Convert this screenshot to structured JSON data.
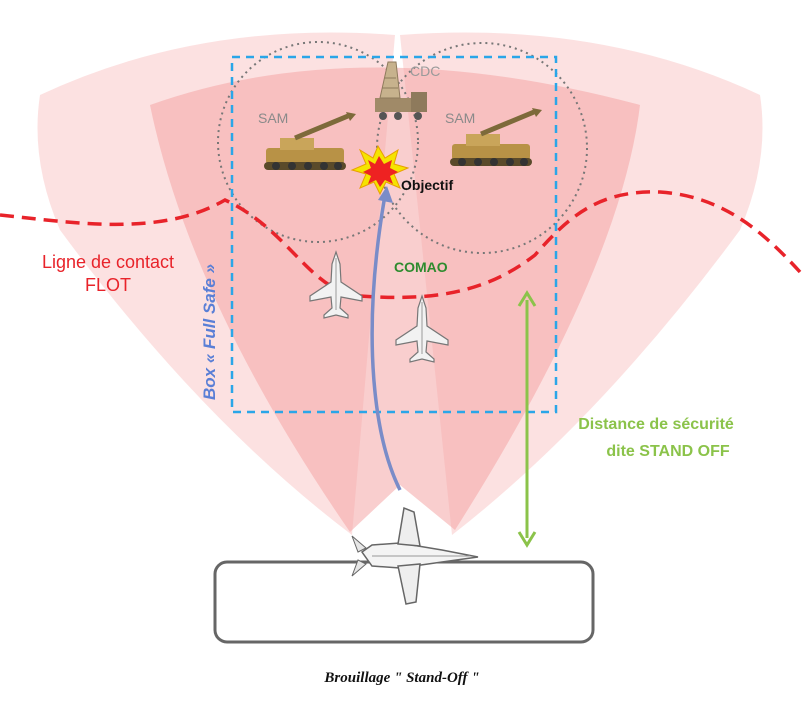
{
  "labels": {
    "sam_left": "SAM",
    "sam_right": "SAM",
    "cdc": "CDC",
    "objective": "Objectif",
    "comao": "COMAO",
    "contact_line_1": "Ligne de contact",
    "contact_line_2": "FLOT",
    "box": "Box « Full Safe »",
    "distance_1": "Distance de sécurité",
    "distance_2": "dite STAND OFF"
  },
  "caption": "Brouillage \" Stand-Off \"",
  "colors": {
    "flot_line": "#e8232a",
    "box_border": "#2aa6e8",
    "comao_label": "#2e8b2e",
    "distance": "#8bc34a",
    "ingress_arrow": "#7a8cc8",
    "box_label": "#5a7fd6",
    "jamming_cone": "#f6a3a3",
    "sam_range": "#777777"
  },
  "icons": {
    "sam_vehicle": "missile-launcher-icon",
    "radar": "radar-truck-icon",
    "target": "explosion-icon",
    "fighter": "fighter-jet-icon",
    "jammer": "jammer-aircraft-icon"
  }
}
